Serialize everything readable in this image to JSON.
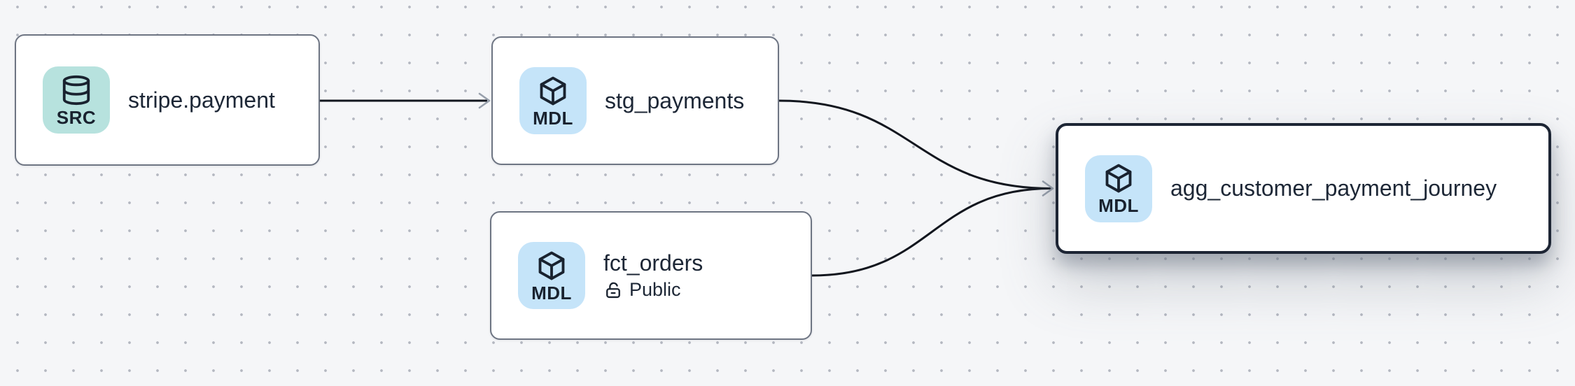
{
  "canvas": {
    "background_color": "#f5f6f8",
    "dot_color": "#b4b8c1"
  },
  "colors": {
    "node_background": "#ffffff",
    "node_border": "#6e7583",
    "selected_node_border": "#1d2534",
    "edge": "#12161e",
    "arrowhead": "#98a0ac",
    "text": "#1d2736",
    "badge_src_background": "#b7e2de",
    "badge_mdl_background": "#c5e4f9"
  },
  "nodes": [
    {
      "title": "stripe.payment",
      "badge_label": "SRC",
      "icon": "database-icon",
      "selected": false
    },
    {
      "title": "stg_payments",
      "badge_label": "MDL",
      "icon": "cube-icon",
      "selected": false
    },
    {
      "title": "fct_orders",
      "badge_label": "MDL",
      "icon": "cube-icon",
      "access_icon": "lock-open-icon",
      "access_label": "Public",
      "selected": false
    },
    {
      "title": "agg_customer_payment_journey",
      "badge_label": "MDL",
      "icon": "cube-icon",
      "selected": true
    }
  ],
  "edges": [
    {
      "from": "stripe.payment",
      "to": "stg_payments"
    },
    {
      "from": "stg_payments",
      "to": "agg_customer_payment_journey"
    },
    {
      "from": "fct_orders",
      "to": "agg_customer_payment_journey"
    }
  ]
}
